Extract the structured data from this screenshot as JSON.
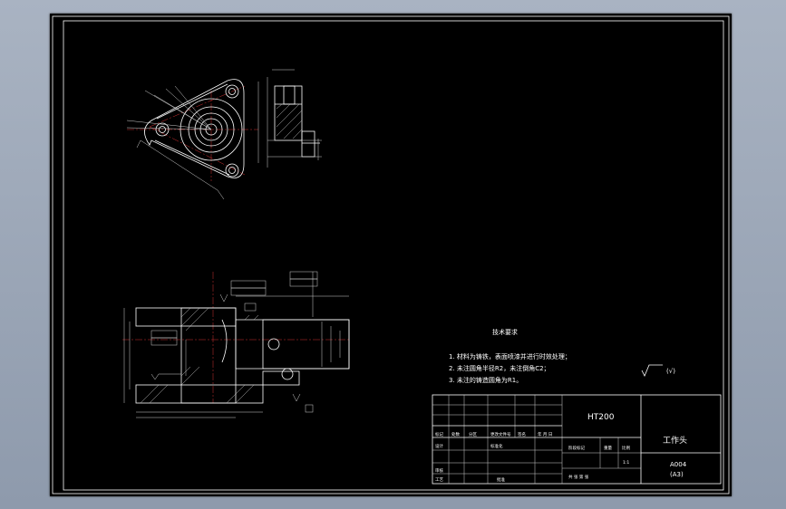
{
  "tech_requirements": {
    "title": "技术要求",
    "items": [
      "1. 材料为铸铁，表面喷漆并进行时效处理；",
      "2. 未注圆角半径R2，未注倒角C2；",
      "3. 未注的铸造圆角为R1。"
    ]
  },
  "roughness_note": "(√)",
  "title_block": {
    "material": "HT200",
    "part_name": "工作头",
    "drawing_number": "A004",
    "sheet_size": "(A3)",
    "scale": "1:1",
    "row_labels": [
      "标记",
      "处数",
      "分区",
      "更改文件号",
      "签名",
      "年 月 日"
    ],
    "designer": "设计",
    "standardization": "标准化",
    "reviewer": "审核",
    "process": "工艺",
    "approval": "批准",
    "stage_mark": "阶段标记",
    "weight": "重量",
    "scale_label": "比例",
    "sheets": "共 张   第 张"
  }
}
